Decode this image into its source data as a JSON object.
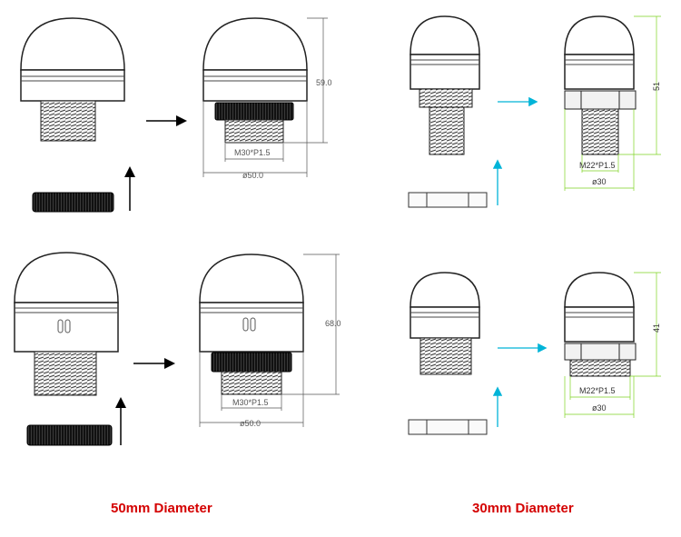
{
  "captions": {
    "large": "50mm Diameter",
    "small": "30mm Diameter"
  },
  "dimensions": {
    "top_left": {
      "height": "59.0",
      "thread": "M30*P1.5",
      "diameter": "ø50.0"
    },
    "bottom_left": {
      "height": "68.0",
      "thread": "M30*P1.5",
      "diameter": "ø50.0"
    },
    "top_right": {
      "height": "51",
      "thread": "M22*P1.5",
      "diameter": "ø30"
    },
    "bottom_right": {
      "height": "41",
      "thread": "M22*P1.5",
      "diameter": "ø30"
    }
  },
  "colors": {
    "caption": "#d40000",
    "arrow_right_group": "#00b4d8",
    "dimension_lines_right_group": "#7ed321"
  }
}
